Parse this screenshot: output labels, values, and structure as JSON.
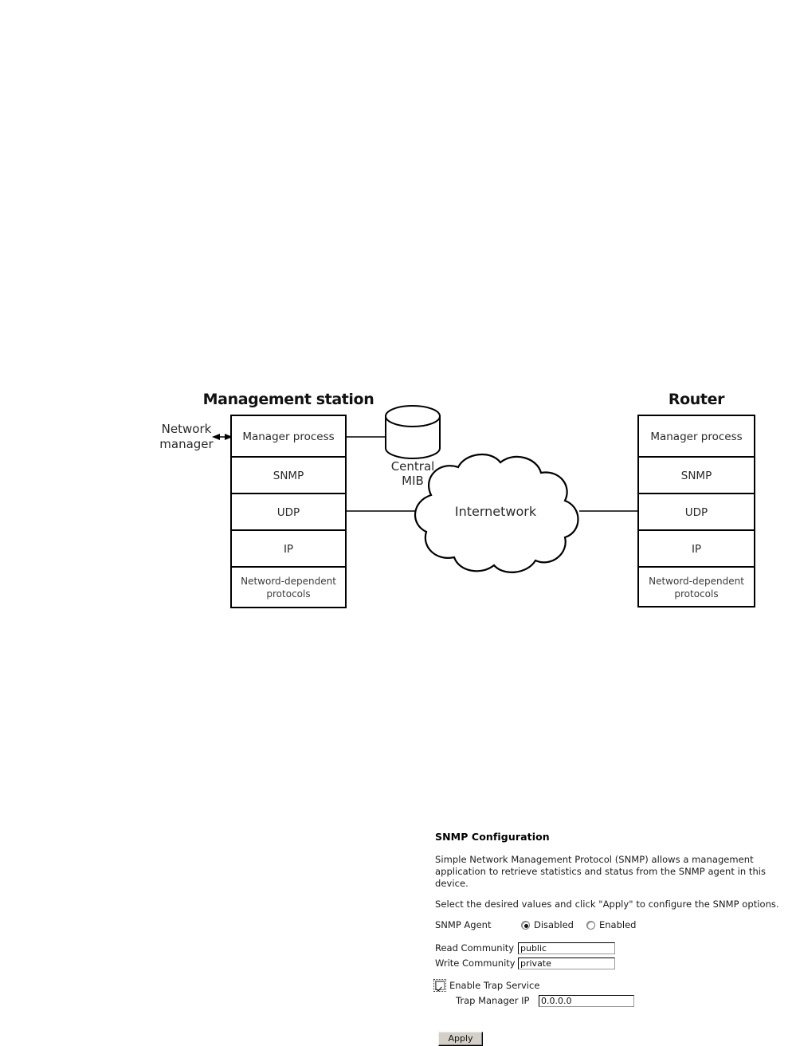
{
  "figure": {
    "title_left": "Management station",
    "title_right": "Router",
    "network_manager_label_line1": "Network",
    "network_manager_label_line2": "manager",
    "mib_label_line1": "Central",
    "mib_label_line2": "MIB",
    "cloud_label": "Internetwork",
    "management_stack": [
      "Manager process",
      "SNMP",
      "UDP",
      "IP",
      "Netword-dependent protocols"
    ],
    "router_stack": [
      "Manager process",
      "SNMP",
      "UDP",
      "IP",
      "Netword-dependent protocols"
    ],
    "netdep_line1": "Netword-dependent",
    "netdep_line2": "protocols"
  },
  "snmp": {
    "title": "SNMP Configuration",
    "paragraph1": "Simple Network Management Protocol (SNMP) allows a management application to retrieve statistics and status from the SNMP agent in this device.",
    "paragraph2": "Select the desired values and click \"Apply\" to configure the SNMP options.",
    "agent_label": "SNMP Agent",
    "agent_options": [
      {
        "label": "Disabled",
        "selected": true
      },
      {
        "label": "Enabled",
        "selected": false
      }
    ],
    "read_community_label": "Read Community",
    "read_community_value": "public",
    "write_community_label": "Write Community",
    "write_community_value": "private",
    "trap_service_label": "Enable Trap Service",
    "trap_service_checked": true,
    "trap_manager_ip_label": "Trap Manager IP",
    "trap_manager_ip_value": "0.0.0.0",
    "apply_label": "Apply"
  },
  "colors": {
    "page_background": "#ffffff",
    "ink": "#000000",
    "diagram_text": "#2a2a2a",
    "button_face": "#d4d0c8"
  }
}
